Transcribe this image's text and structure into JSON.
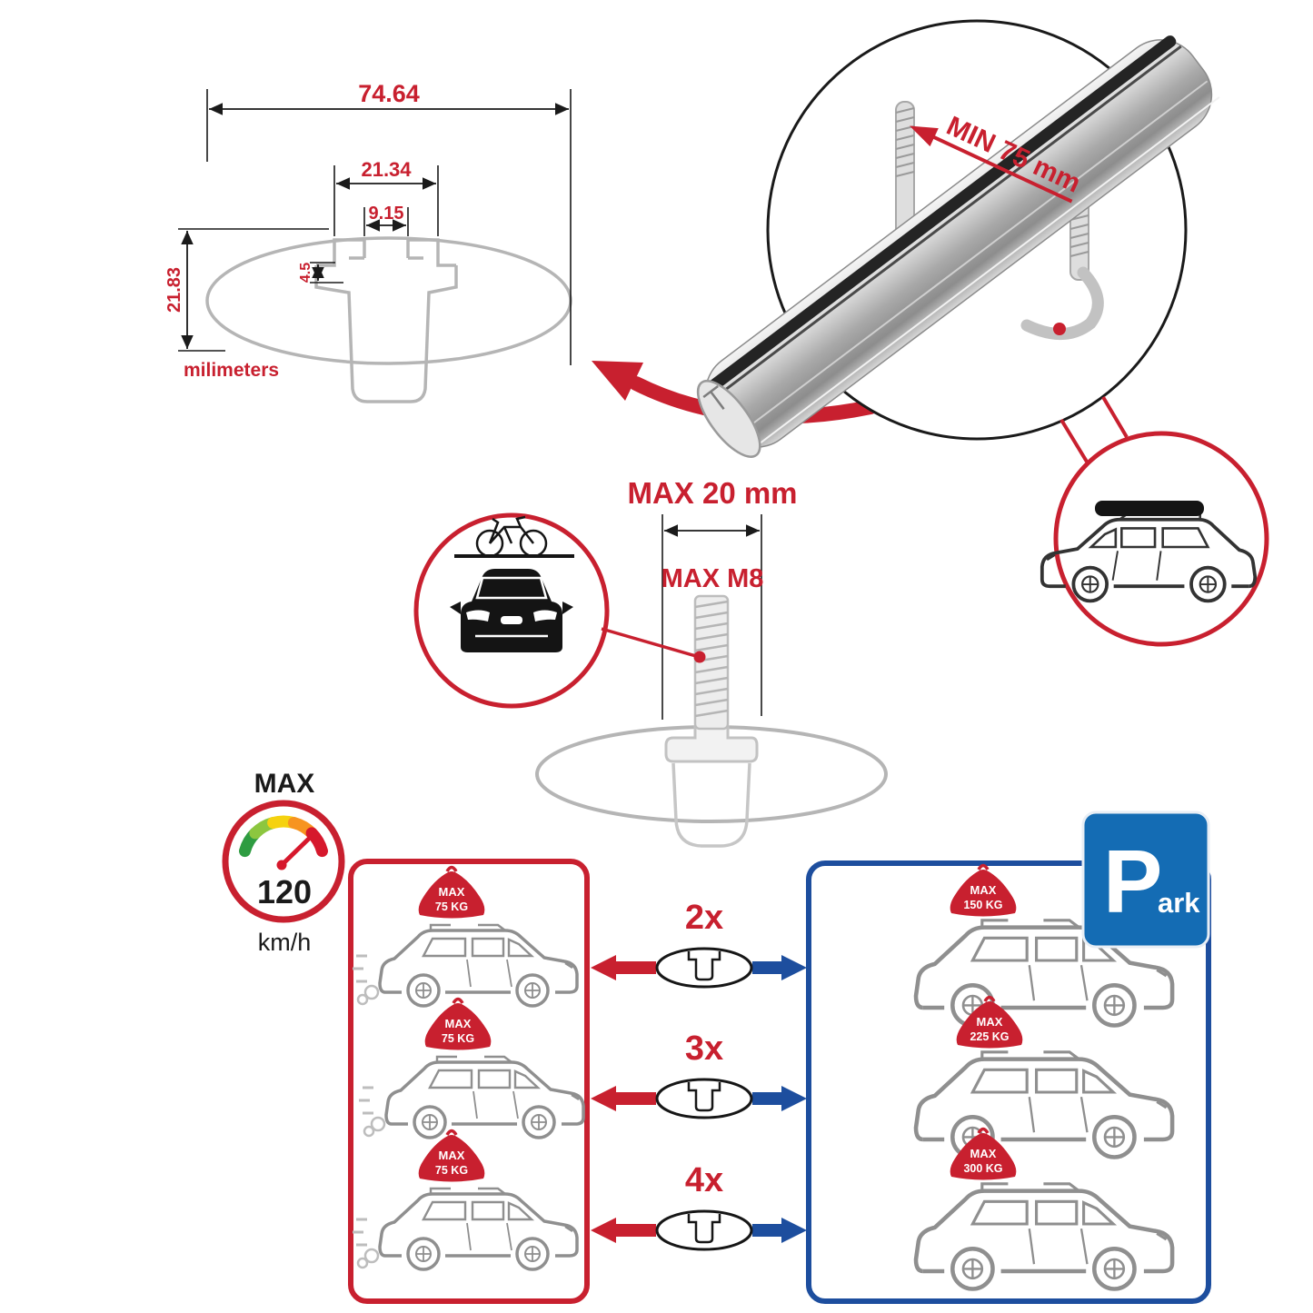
{
  "colors": {
    "red": "#c8202f",
    "blue": "#1d4e9e",
    "sign_blue": "#146cb4",
    "metal_gray": "#b5b5b5"
  },
  "dimension_diagram": {
    "total_width": "74.64",
    "channel_width": "21.34",
    "slot_width": "9.15",
    "flange_depth": "4.5",
    "height": "21.83",
    "units": "milimeters"
  },
  "bar_detail": {
    "clamp_min": "MIN 75 mm"
  },
  "bolt_detail": {
    "max_length": "MAX 20 mm",
    "max_thread": "MAX M8"
  },
  "speedometer": {
    "label": "MAX",
    "value": "120",
    "unit": "km/h"
  },
  "parking_sign": {
    "big_letter": "P",
    "rest": "ark"
  },
  "driving_cars": [
    {
      "badge_label": "MAX",
      "badge_value": "75 KG"
    },
    {
      "badge_label": "MAX",
      "badge_value": "75 KG"
    },
    {
      "badge_label": "MAX",
      "badge_value": "75 KG"
    }
  ],
  "parked_cars": [
    {
      "badge_label": "MAX",
      "badge_value": "150 KG"
    },
    {
      "badge_label": "MAX",
      "badge_value": "225 KG"
    },
    {
      "badge_label": "MAX",
      "badge_value": "300 KG"
    }
  ],
  "bar_counts": [
    {
      "label": "2x"
    },
    {
      "label": "3x"
    },
    {
      "label": "4x"
    }
  ]
}
